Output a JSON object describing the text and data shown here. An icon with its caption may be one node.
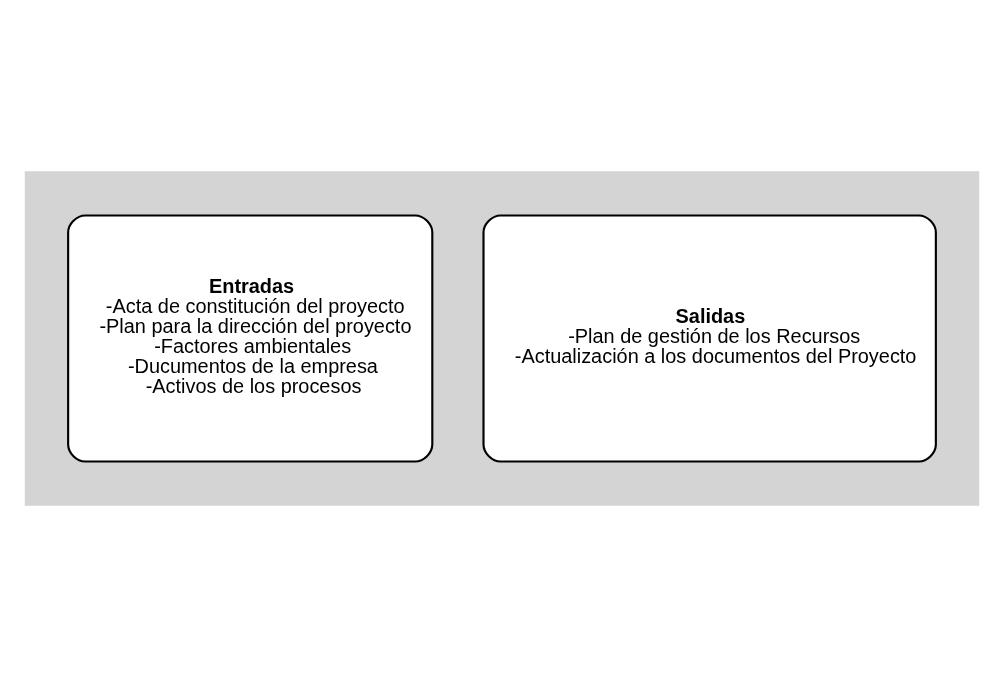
{
  "diagram": {
    "nodes": [
      {
        "text": [],
        "shape": "arrow"
      },
      {
        "text": [
          "Entradas",
          "-Acta de constitución del proyecto",
          "-Plan para la dirección del proyecto",
          "-Factores ambientales",
          "-Ducumentos de la empresa",
          "-Activos de los procesos"
        ],
        "in": 0
      },
      {
        "text": [
          "Salidas",
          "-Plan de gestión de los Recursos",
          "-Actualización a los documentos del Proyecto"
        ],
        "in": 0
      }
    ]
  }
}
